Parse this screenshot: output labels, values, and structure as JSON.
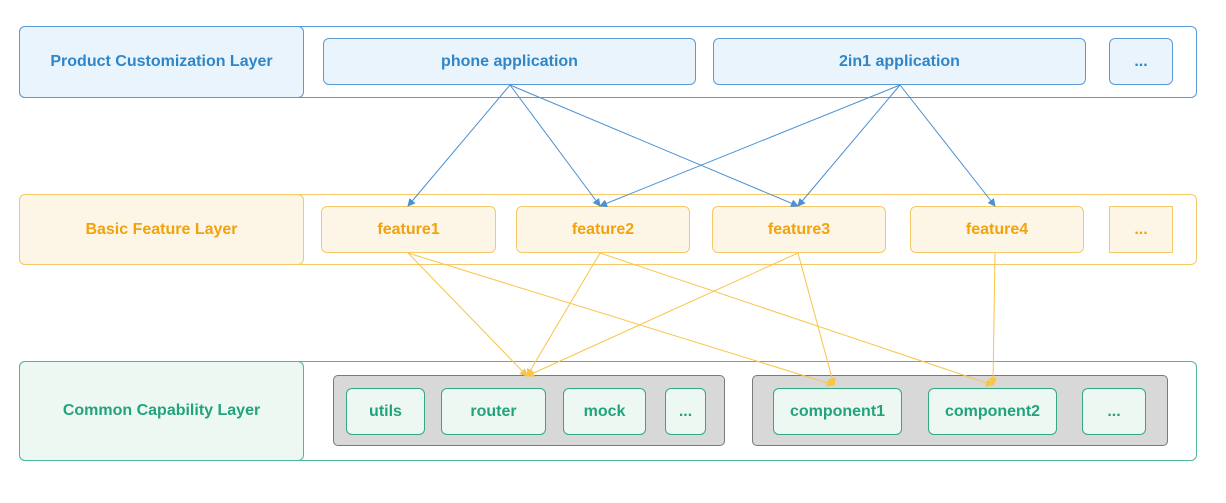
{
  "layers": {
    "product": {
      "label": "Product Customization Layer",
      "nodes": [
        "phone application",
        "2in1 application",
        "..."
      ]
    },
    "feature": {
      "label": "Basic Feature Layer",
      "nodes": [
        "feature1",
        "feature2",
        "feature3",
        "feature4",
        "..."
      ]
    },
    "common": {
      "label": "Common Capability Layer",
      "group1": [
        "utils",
        "router",
        "mock",
        "..."
      ],
      "group2": [
        "component1",
        "component2",
        "..."
      ]
    }
  },
  "colors": {
    "blue_edge": "#4a90d2",
    "orange_edge": "#f8c545"
  },
  "edges": {
    "blue": [
      [
        "phone application",
        "feature1"
      ],
      [
        "phone application",
        "feature2"
      ],
      [
        "phone application",
        "feature3"
      ],
      [
        "2in1 application",
        "feature2"
      ],
      [
        "2in1 application",
        "feature3"
      ],
      [
        "2in1 application",
        "feature4"
      ]
    ],
    "orange": [
      [
        "feature1",
        "group1"
      ],
      [
        "feature1",
        "component1"
      ],
      [
        "feature2",
        "group1"
      ],
      [
        "feature2",
        "component2"
      ],
      [
        "feature3",
        "group1"
      ],
      [
        "feature3",
        "component1"
      ],
      [
        "feature4",
        "component2"
      ]
    ]
  }
}
